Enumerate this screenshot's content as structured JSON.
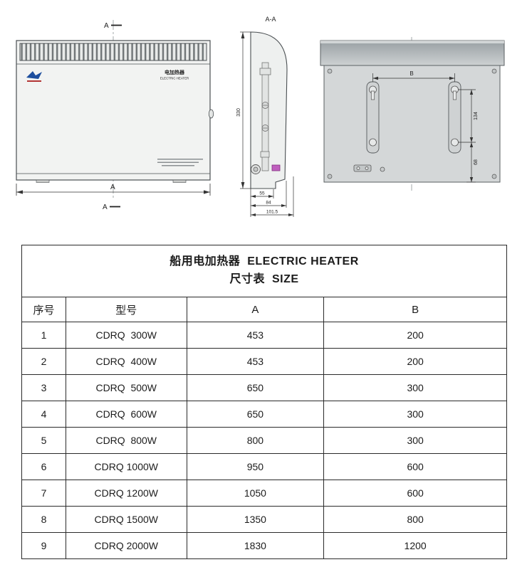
{
  "page": {
    "background": "#ffffff"
  },
  "drawings": {
    "front_view": {
      "section_top": "A",
      "section_bottom": "A",
      "width_dim": "A",
      "brand_cn": "电加热器",
      "brand_en": "ELECTRIC HEATER"
    },
    "side_view": {
      "title": "A-A",
      "height_dim": "330",
      "depth_inner": "55",
      "depth_mid": "84",
      "depth_outer": "101.5"
    },
    "back_view": {
      "span_dim": "B",
      "hole_span_dim": "134",
      "offset_dim": "68"
    }
  },
  "table": {
    "title_line1_cn": "船用电加热器",
    "title_line1_en": "ELECTRIC HEATER",
    "title_line2_cn": "尺寸表",
    "title_line2_en": "SIZE",
    "columns": [
      "序号",
      "型号",
      "A",
      "B"
    ],
    "rows": [
      {
        "no": "1",
        "model": "CDRQ  300W",
        "a": "453",
        "b": "200"
      },
      {
        "no": "2",
        "model": "CDRQ  400W",
        "a": "453",
        "b": "200"
      },
      {
        "no": "3",
        "model": "CDRQ  500W",
        "a": "650",
        "b": "300"
      },
      {
        "no": "4",
        "model": "CDRQ  600W",
        "a": "650",
        "b": "300"
      },
      {
        "no": "5",
        "model": "CDRQ  800W",
        "a": "800",
        "b": "300"
      },
      {
        "no": "6",
        "model": "CDRQ 1000W",
        "a": "950",
        "b": "600"
      },
      {
        "no": "7",
        "model": "CDRQ 1200W",
        "a": "1050",
        "b": "600"
      },
      {
        "no": "8",
        "model": "CDRQ 1500W",
        "a": "1350",
        "b": "800"
      },
      {
        "no": "9",
        "model": "CDRQ 2000W",
        "a": "1830",
        "b": "1200"
      }
    ]
  }
}
